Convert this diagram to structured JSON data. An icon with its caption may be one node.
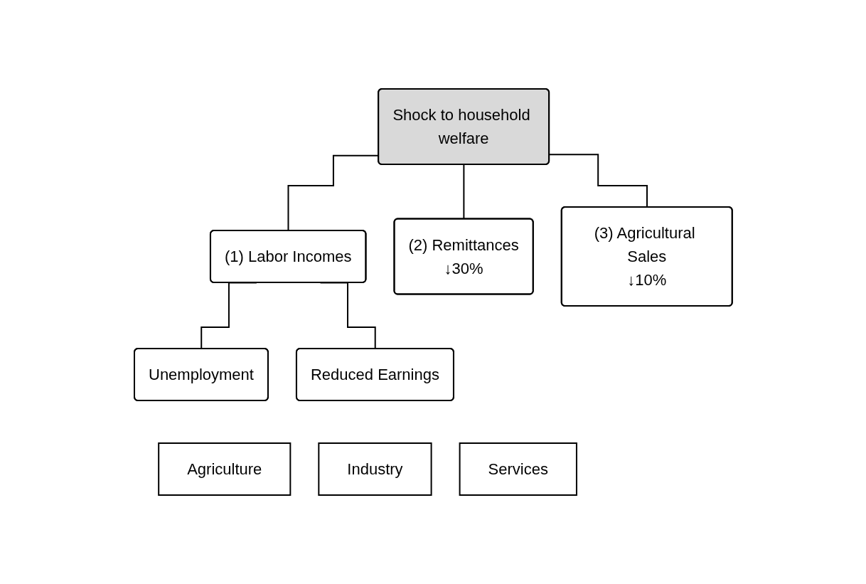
{
  "diagram": {
    "nodes": [
      {
        "text": [
          "Shock to household welfare"
        ]
      },
      {
        "text": [
          "(1) Labor Incomes"
        ]
      },
      {
        "text": [
          "(2) Remittances",
          "↓30%"
        ]
      },
      {
        "text": [
          "(3) Agricultural Sales",
          "↓10%"
        ]
      },
      {
        "text": [
          "Unemployment"
        ]
      },
      {
        "text": [
          "Reduced Earnings"
        ]
      },
      {
        "text": [
          "Agriculture"
        ]
      },
      {
        "text": [
          "Industry"
        ]
      },
      {
        "text": [
          "Services"
        ]
      }
    ],
    "edges": [
      {
        "from": 0,
        "to": 1,
        "arrow": "none"
      },
      {
        "from": 0,
        "to": 2,
        "arrow": "none"
      },
      {
        "from": 0,
        "to": 3,
        "arrow": "none"
      },
      {
        "from": 1,
        "to": 4,
        "arrow": "none"
      },
      {
        "from": 1,
        "to": 5,
        "arrow": "none"
      }
    ]
  }
}
